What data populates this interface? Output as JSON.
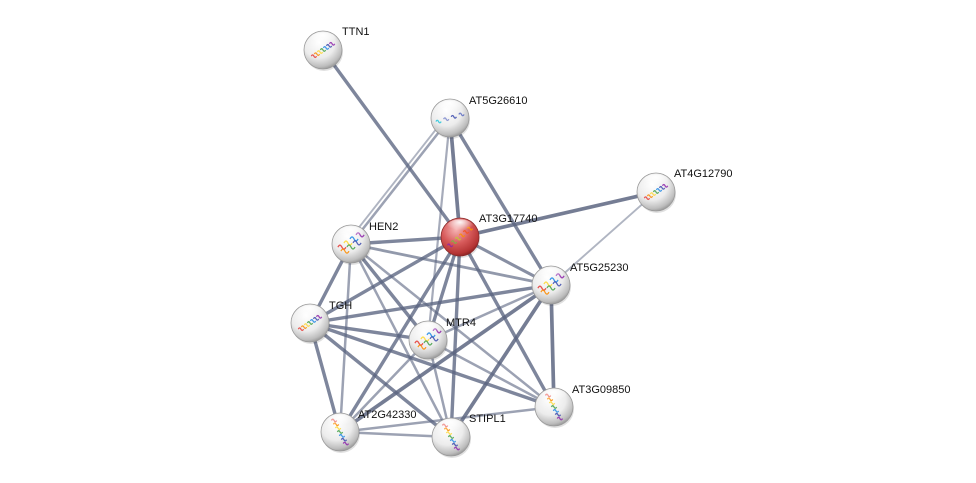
{
  "diagram": {
    "type": "protein-interaction-network",
    "query_node": "AT3G17740",
    "colors": {
      "edge": "#5a6480",
      "query_node": "#d94a4a",
      "other_node": "#e8e8e8",
      "label": "#111111"
    },
    "nodes": [
      {
        "id": "TTN1",
        "label": "TTN1",
        "query": false,
        "structure": "rainbow-helix"
      },
      {
        "id": "AT5G26610",
        "label": "AT5G26610",
        "query": false,
        "structure": "sparse-blue"
      },
      {
        "id": "AT3G17740",
        "label": "AT3G17740",
        "query": true,
        "structure": "orange-helix"
      },
      {
        "id": "AT4G12790",
        "label": "AT4G12790",
        "query": false,
        "structure": "mixed-fold"
      },
      {
        "id": "HEN2",
        "label": "HEN2",
        "query": false,
        "structure": "dense-rainbow"
      },
      {
        "id": "AT5G25230",
        "label": "AT5G25230",
        "query": false,
        "structure": "dense-rainbow"
      },
      {
        "id": "TGH",
        "label": "TGH",
        "query": false,
        "structure": "helix-sheet"
      },
      {
        "id": "MTR4",
        "label": "MTR4",
        "query": false,
        "structure": "dense-rainbow"
      },
      {
        "id": "AT3G09850",
        "label": "AT3G09850",
        "query": false,
        "structure": "long-helix"
      },
      {
        "id": "AT2G42330",
        "label": "AT2G42330",
        "query": false,
        "structure": "long-helix"
      },
      {
        "id": "STIPL1",
        "label": "STIPL1",
        "query": false,
        "structure": "long-helix"
      }
    ],
    "edges": [
      {
        "source": "TTN1",
        "target": "AT3G17740",
        "weight": 0.8
      },
      {
        "source": "AT5G26610",
        "target": "AT3G17740",
        "weight": 0.9
      },
      {
        "source": "AT5G26610",
        "target": "HEN2",
        "weight": 0.5
      },
      {
        "source": "AT5G26610",
        "target": "HEN2",
        "weight": 0.3
      },
      {
        "source": "AT5G26610",
        "target": "AT5G25230",
        "weight": 0.8
      },
      {
        "source": "AT5G26610",
        "target": "MTR4",
        "weight": 0.4
      },
      {
        "source": "AT3G17740",
        "target": "AT4G12790",
        "weight": 0.9
      },
      {
        "source": "AT4G12790",
        "target": "AT5G25230",
        "weight": 0.3
      },
      {
        "source": "AT3G17740",
        "target": "HEN2",
        "weight": 0.8
      },
      {
        "source": "AT3G17740",
        "target": "AT5G25230",
        "weight": 0.7
      },
      {
        "source": "AT3G17740",
        "target": "TGH",
        "weight": 0.8
      },
      {
        "source": "AT3G17740",
        "target": "MTR4",
        "weight": 0.8
      },
      {
        "source": "AT3G17740",
        "target": "AT3G09850",
        "weight": 0.8
      },
      {
        "source": "AT3G17740",
        "target": "AT2G42330",
        "weight": 0.8
      },
      {
        "source": "AT3G17740",
        "target": "STIPL1",
        "weight": 0.8
      },
      {
        "source": "HEN2",
        "target": "AT5G25230",
        "weight": 0.6
      },
      {
        "source": "HEN2",
        "target": "TGH",
        "weight": 0.8
      },
      {
        "source": "HEN2",
        "target": "MTR4",
        "weight": 0.8
      },
      {
        "source": "HEN2",
        "target": "AT3G09850",
        "weight": 0.5
      },
      {
        "source": "HEN2",
        "target": "AT2G42330",
        "weight": 0.5
      },
      {
        "source": "HEN2",
        "target": "STIPL1",
        "weight": 0.5
      },
      {
        "source": "TGH",
        "target": "AT5G25230",
        "weight": 0.8
      },
      {
        "source": "TGH",
        "target": "MTR4",
        "weight": 0.8
      },
      {
        "source": "TGH",
        "target": "AT3G09850",
        "weight": 0.8
      },
      {
        "source": "TGH",
        "target": "AT2G42330",
        "weight": 0.8
      },
      {
        "source": "TGH",
        "target": "STIPL1",
        "weight": 0.8
      },
      {
        "source": "MTR4",
        "target": "AT5G25230",
        "weight": 0.5
      },
      {
        "source": "MTR4",
        "target": "AT3G09850",
        "weight": 0.5
      },
      {
        "source": "MTR4",
        "target": "AT2G42330",
        "weight": 0.5
      },
      {
        "source": "MTR4",
        "target": "STIPL1",
        "weight": 0.5
      },
      {
        "source": "AT5G25230",
        "target": "AT3G09850",
        "weight": 0.9
      },
      {
        "source": "AT5G25230",
        "target": "AT2G42330",
        "weight": 0.9
      },
      {
        "source": "AT5G25230",
        "target": "STIPL1",
        "weight": 0.9
      },
      {
        "source": "AT2G42330",
        "target": "STIPL1",
        "weight": 0.5
      },
      {
        "source": "AT2G42330",
        "target": "AT3G09850",
        "weight": 0.5
      }
    ]
  }
}
